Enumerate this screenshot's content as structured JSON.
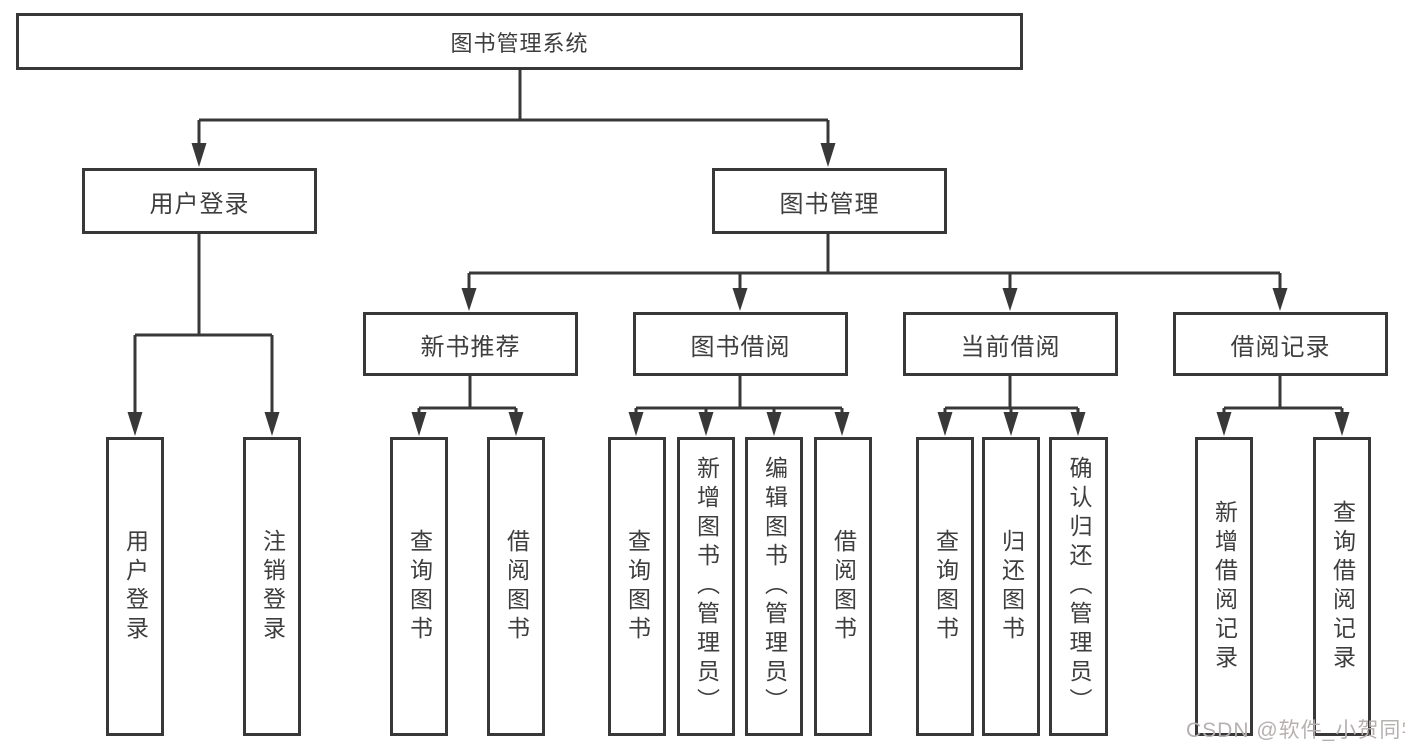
{
  "diagram": {
    "root": {
      "label": "图书管理系统"
    },
    "level2": [
      {
        "label": "用户登录"
      },
      {
        "label": "图书管理"
      }
    ],
    "level3": [
      {
        "label": "新书推荐"
      },
      {
        "label": "图书借阅"
      },
      {
        "label": "当前借阅"
      },
      {
        "label": "借阅记录"
      }
    ],
    "leaves": {
      "user_login": [
        {
          "label": "用户登录"
        },
        {
          "label": "注销登录"
        }
      ],
      "new_book_recommend": [
        {
          "label": "查询图书"
        },
        {
          "label": "借阅图书"
        }
      ],
      "book_borrowing": [
        {
          "label": "查询图书"
        },
        {
          "label": "新增图书（管理员）"
        },
        {
          "label": "编辑图书（管理员）"
        },
        {
          "label": "借阅图书"
        }
      ],
      "current_borrowing": [
        {
          "label": "查询图书"
        },
        {
          "label": "归还图书"
        },
        {
          "label": "确认归还（管理员）"
        }
      ],
      "borrowing_records": [
        {
          "label": "新增借阅记录"
        },
        {
          "label": "查询借阅记录"
        }
      ]
    }
  },
  "watermark": {
    "text": "CSDN @软件_小贺同学"
  },
  "colors": {
    "border": "#383838",
    "line": "#383838",
    "text": "#3e3e3e",
    "watermark": "#b7b0b0",
    "background": "#ffffff"
  }
}
